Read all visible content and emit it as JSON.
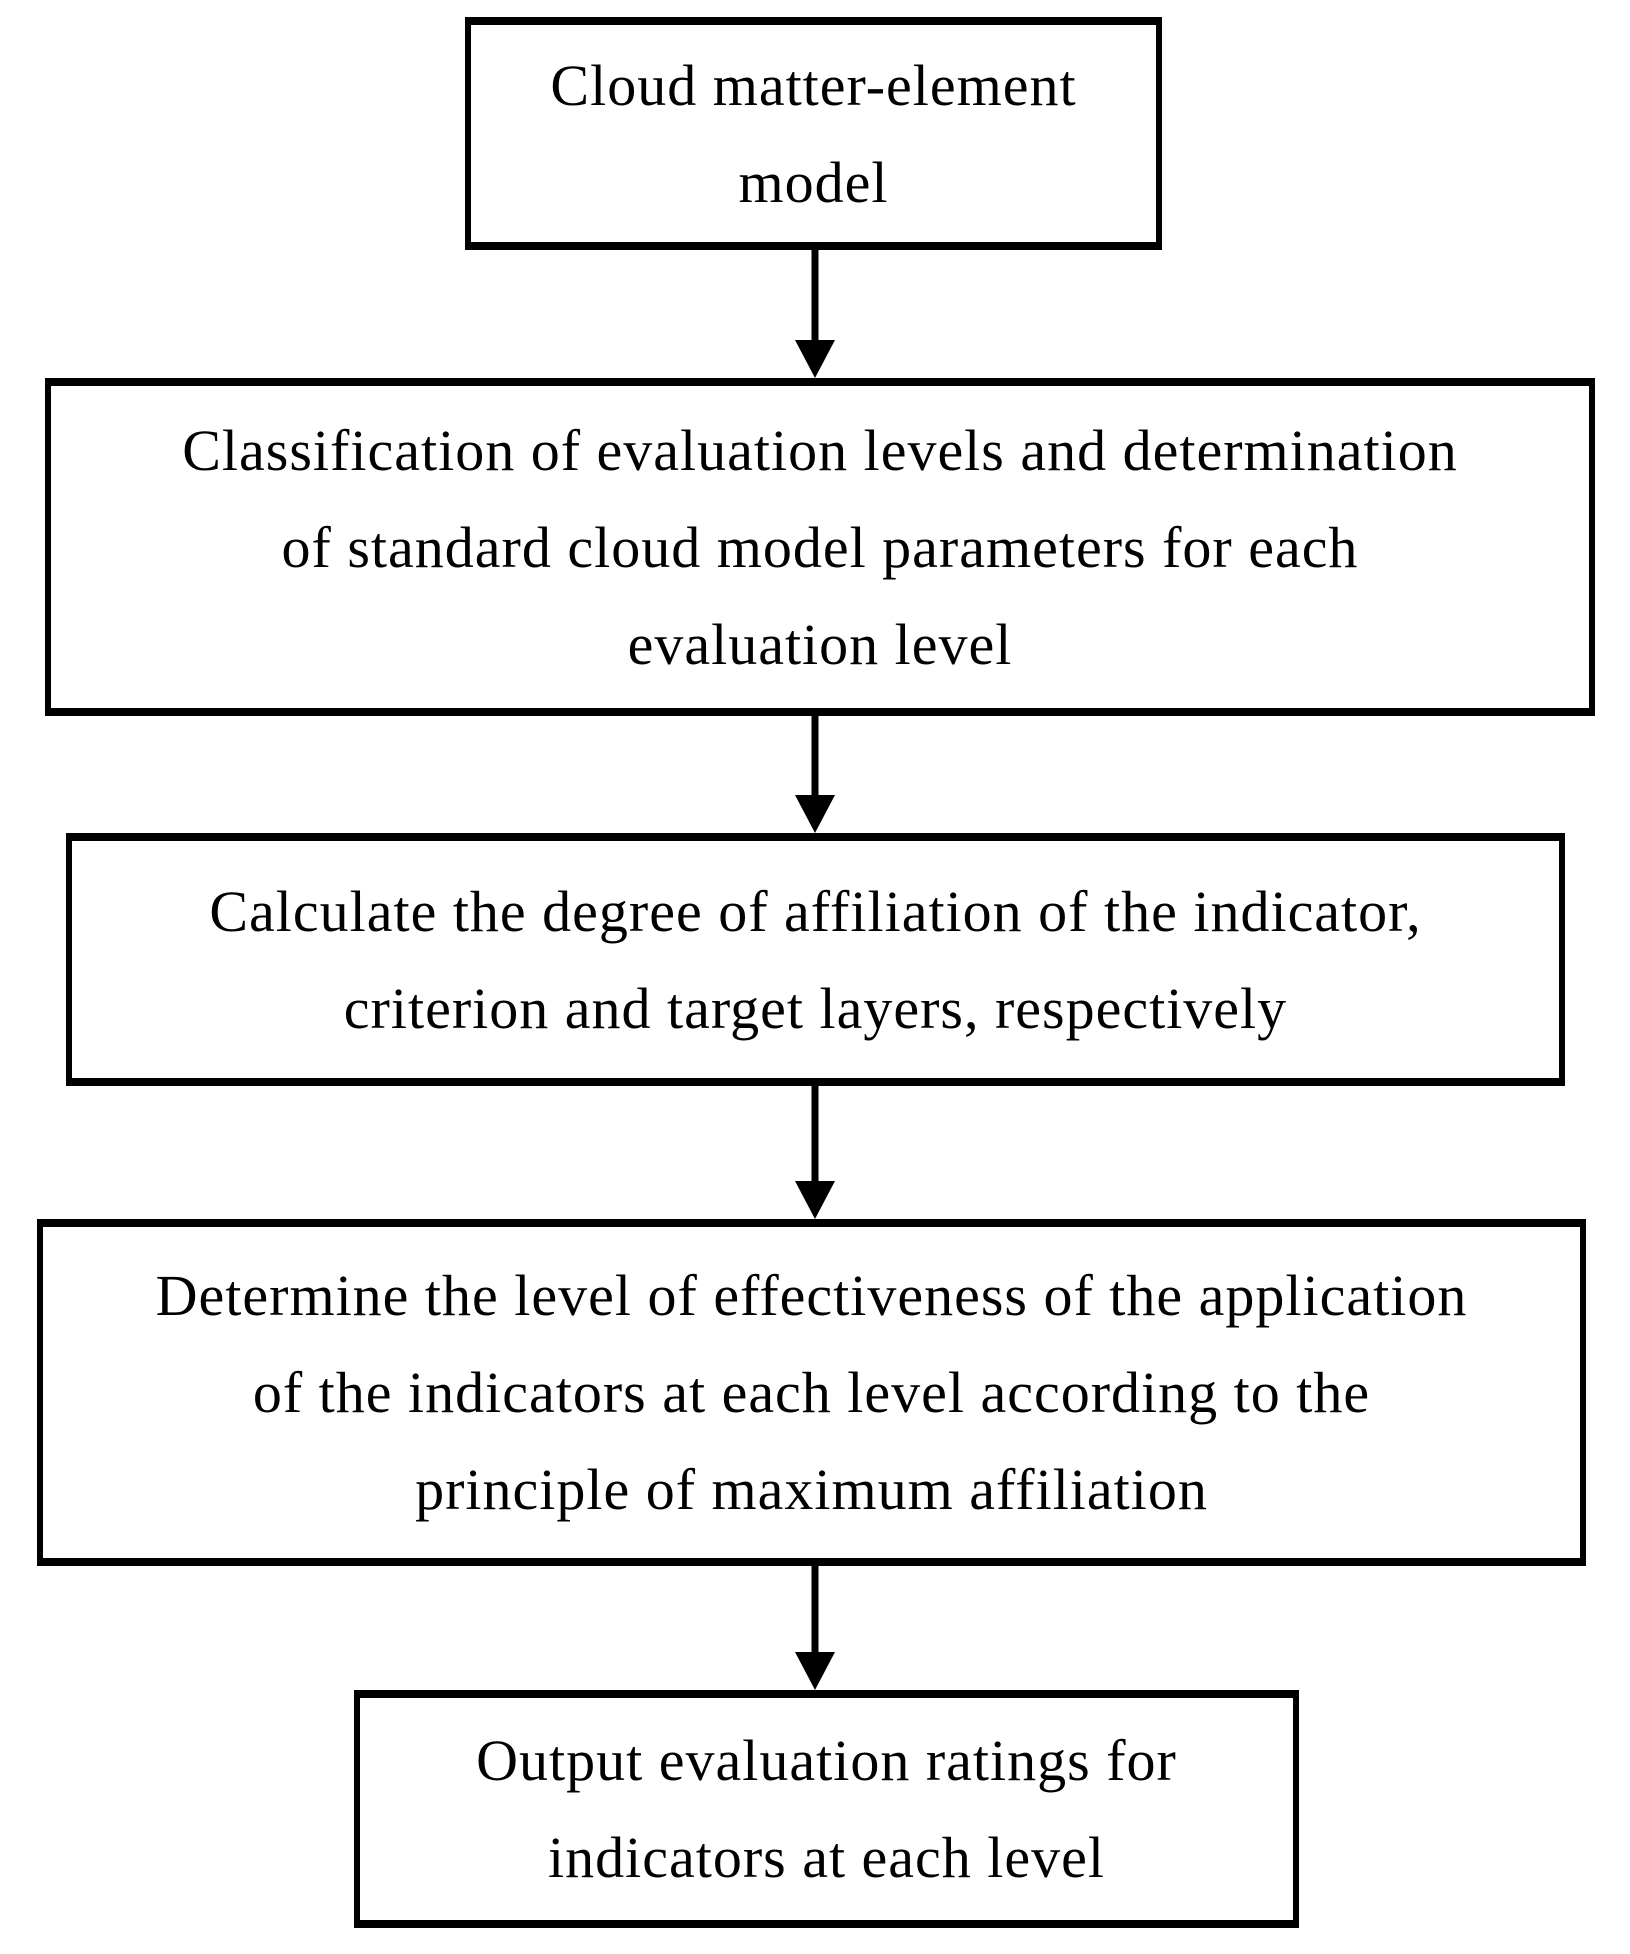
{
  "figure": {
    "type": "flowchart",
    "background_color": "#ffffff",
    "line_color": "#000000",
    "boxes": [
      {
        "name": "cloud-matter-element-model",
        "lines": [
          "Cloud matter-element",
          "model"
        ]
      },
      {
        "name": "classification-of-evaluation-levels",
        "lines": [
          "Classification of evaluation levels and determination",
          "of standard cloud model parameters for each",
          "evaluation level"
        ]
      },
      {
        "name": "calculate-degree-of-affiliation",
        "lines": [
          "Calculate the degree of affiliation of the indicator,",
          "criterion and target layers, respectively"
        ]
      },
      {
        "name": "determine-level-of-effectiveness",
        "lines": [
          "Determine the level of effectiveness of the application",
          "of the indicators at each level according to the",
          "principle of maximum affiliation"
        ]
      },
      {
        "name": "output-evaluation-ratings",
        "lines": [
          "Output evaluation ratings for",
          "indicators at each level"
        ]
      }
    ],
    "connectors": [
      {
        "from": "cloud-matter-element-model",
        "to": "classification-of-evaluation-levels",
        "direction": "down"
      },
      {
        "from": "classification-of-evaluation-levels",
        "to": "calculate-degree-of-affiliation",
        "direction": "down"
      },
      {
        "from": "calculate-degree-of-affiliation",
        "to": "determine-level-of-effectiveness",
        "direction": "down"
      },
      {
        "from": "determine-level-of-effectiveness",
        "to": "output-evaluation-ratings",
        "direction": "down"
      }
    ]
  }
}
